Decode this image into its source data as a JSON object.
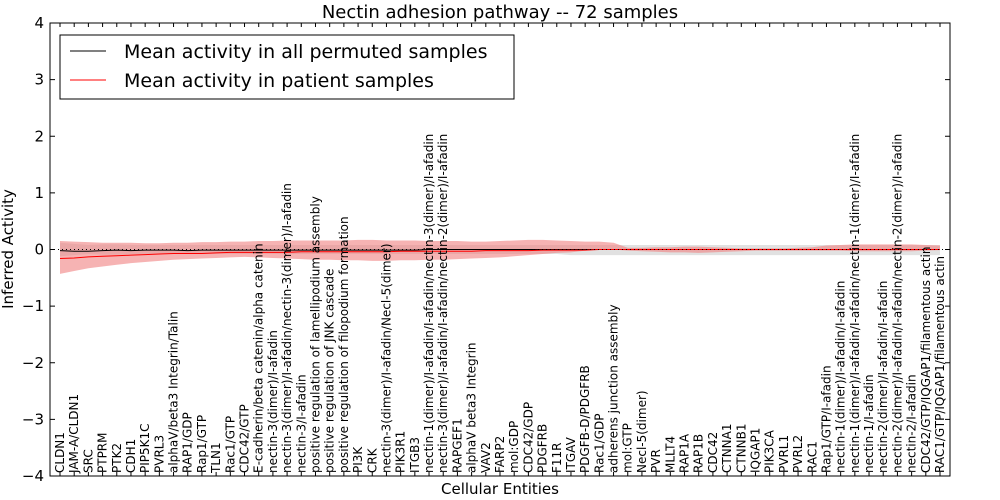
{
  "chart_data": {
    "type": "line",
    "title": "Nectin adhesion pathway -- 72 samples",
    "xlabel": "Cellular Entities",
    "ylabel": "Inferred Activity",
    "ylim": [
      -4,
      4
    ],
    "yticks": [
      -4,
      -3,
      -2,
      -1,
      0,
      1,
      2,
      3,
      4
    ],
    "ytick_labels": [
      "−4",
      "−3",
      "−2",
      "−1",
      "0",
      "1",
      "2",
      "3",
      "4"
    ],
    "legend_position": "top-left",
    "categories": [
      "CLDN1",
      "JAM-A/CLDN1",
      "SRC",
      "PTPRM",
      "PTK2",
      "CDH1",
      "PIP5K1C",
      "PVRL3",
      "alphaV/beta3 Integrin/Talin",
      "RAP1/GDP",
      "Rap1/GTP",
      "TLN1",
      "Rac1/GTP",
      "CDC42/GTP",
      "E-cadherin/beta catenin/alpha catenin",
      "nectin-3(dimer)/I-afadin",
      "nectin-3(dimer)/I-afadin/nectin-3(dimer)/I-afadin",
      "nectin-3/I-afadin",
      "positive regulation of lamellipodium assembly",
      "positive regulation of JNK cascade",
      "positive regulation of filopodium formation",
      "PI3K",
      "CRK",
      "nectin-3(dimer)/I-afadin/Necl-5(dimer)",
      "PIK3R1",
      "ITGB3",
      "nectin-1(dimer)/I-afadin/I-afadin/nectin-3(dimer)/I-afadin",
      "nectin-3(dimer)/I-afadin/I-afadin/nectin-2(dimer)/I-afadin",
      "RAPGEF1",
      "alphaV beta3 Integrin",
      "VAV2",
      "FARP2",
      "mol:GDP",
      "CDC42/GDP",
      "PDGFRB",
      "F11R",
      "ITGAV",
      "PDGFB-D/PDGFRB",
      "Rac1/GDP",
      "adherens junction assembly",
      "mol:GTP",
      "Necl-5(dimer)",
      "PVR",
      "MLLT4",
      "RAP1A",
      "RAP1B",
      "CDC42",
      "CTNNA1",
      "CTNNB1",
      "IQGAP1",
      "PIK3CA",
      "PVRL1",
      "PVRL2",
      "RAC1",
      "Rap1/GTP/I-afadin",
      "nectin-1(dimer)/I-afadin/I-afadin",
      "nectin-1(dimer)/I-afadin/I-afadin/nectin-1(dimer)/I-afadin",
      "nectin-1/I-afadin",
      "nectin-2(dimer)/I-afadin/I-afadin",
      "nectin-2(dimer)/I-afadin/I-afadin/nectin-2(dimer)/I-afadin",
      "nectin-2/I-afadin",
      "CDC42/GTP/IQGAP1/filamentous actin",
      "RAC1/GTP/IQGAP1/filamentous actin"
    ],
    "series": [
      {
        "name": "Mean activity in all permuted samples",
        "color": "#000000",
        "band_color": "#c8c8c8",
        "values": [
          -0.02,
          -0.03,
          -0.03,
          -0.02,
          -0.01,
          -0.02,
          -0.01,
          -0.01,
          -0.01,
          -0.02,
          -0.01,
          -0.01,
          -0.01,
          -0.01,
          -0.01,
          -0.01,
          -0.01,
          -0.01,
          -0.01,
          -0.01,
          -0.01,
          -0.01,
          -0.01,
          -0.01,
          -0.01,
          -0.01,
          0.0,
          0.0,
          0.0,
          0.0,
          0.0,
          0.0,
          0.0,
          0.0,
          0.0,
          0.0,
          0.0,
          0.0,
          0.0,
          0.0,
          0.0,
          0.0,
          0.0,
          0.0,
          0.0,
          0.0,
          0.0,
          0.0,
          0.0,
          0.0,
          0.0,
          0.0,
          0.0,
          0.0,
          0.0,
          0.0,
          0.0,
          0.0,
          0.0,
          0.0,
          0.0,
          0.0,
          0.0
        ],
        "lower": [
          -0.12,
          -0.1,
          -0.08,
          -0.09,
          -0.09,
          -0.08,
          -0.08,
          -0.08,
          -0.08,
          -0.08,
          -0.08,
          -0.08,
          -0.08,
          -0.08,
          -0.08,
          -0.08,
          -0.08,
          -0.08,
          -0.08,
          -0.08,
          -0.08,
          -0.08,
          -0.08,
          -0.08,
          -0.08,
          -0.08,
          -0.08,
          -0.08,
          -0.08,
          -0.08,
          -0.08,
          -0.08,
          -0.08,
          -0.08,
          -0.08,
          -0.08,
          -0.1,
          -0.1,
          -0.1,
          -0.1,
          -0.1,
          -0.1,
          -0.1,
          -0.1,
          -0.1,
          -0.1,
          -0.1,
          -0.1,
          -0.1,
          -0.1,
          -0.1,
          -0.1,
          -0.1,
          -0.1,
          -0.1,
          -0.1,
          -0.1,
          -0.1,
          -0.1,
          -0.1,
          -0.1,
          -0.1,
          -0.1
        ],
        "upper": [
          0.12,
          0.1,
          0.08,
          0.09,
          0.09,
          0.08,
          0.08,
          0.08,
          0.08,
          0.08,
          0.08,
          0.08,
          0.08,
          0.08,
          0.08,
          0.08,
          0.08,
          0.08,
          0.08,
          0.08,
          0.08,
          0.08,
          0.08,
          0.08,
          0.08,
          0.08,
          0.08,
          0.08,
          0.08,
          0.08,
          0.08,
          0.08,
          0.08,
          0.08,
          0.08,
          0.08,
          0.08,
          0.08,
          0.08,
          0.08,
          0.08,
          0.08,
          0.08,
          0.08,
          0.08,
          0.08,
          0.08,
          0.08,
          0.08,
          0.08,
          0.08,
          0.08,
          0.08,
          0.08,
          0.08,
          0.08,
          0.08,
          0.08,
          0.08,
          0.08,
          0.08,
          0.08,
          0.08
        ]
      },
      {
        "name": "Mean activity in patient samples",
        "color": "#ff0000",
        "band_color": "#f08080",
        "values": [
          -0.16,
          -0.15,
          -0.13,
          -0.12,
          -0.11,
          -0.1,
          -0.09,
          -0.08,
          -0.07,
          -0.07,
          -0.07,
          -0.06,
          -0.05,
          -0.05,
          -0.05,
          -0.05,
          -0.05,
          -0.04,
          -0.04,
          -0.04,
          -0.04,
          -0.04,
          -0.04,
          -0.04,
          -0.03,
          -0.03,
          -0.03,
          -0.03,
          -0.03,
          -0.03,
          -0.02,
          -0.02,
          -0.02,
          -0.02,
          -0.01,
          -0.01,
          -0.01,
          -0.01,
          0.0,
          0.0,
          0.0,
          0.0,
          0.0,
          0.0,
          0.0,
          0.0,
          0.0,
          0.0,
          0.0,
          0.0,
          0.0,
          0.0,
          0.0,
          0.0,
          0.0,
          0.0,
          0.0,
          0.0,
          0.0,
          0.0,
          0.0,
          0.0,
          0.0
        ],
        "lower": [
          -0.43,
          -0.38,
          -0.33,
          -0.3,
          -0.27,
          -0.24,
          -0.22,
          -0.2,
          -0.18,
          -0.17,
          -0.16,
          -0.15,
          -0.14,
          -0.13,
          -0.14,
          -0.15,
          -0.16,
          -0.17,
          -0.18,
          -0.18,
          -0.19,
          -0.19,
          -0.2,
          -0.2,
          -0.19,
          -0.19,
          -0.18,
          -0.18,
          -0.17,
          -0.16,
          -0.15,
          -0.14,
          -0.12,
          -0.1,
          -0.08,
          -0.06,
          -0.05,
          -0.02,
          0.0,
          0.0,
          -0.02,
          -0.03,
          -0.04,
          -0.05,
          -0.05,
          -0.06,
          -0.05,
          -0.04,
          -0.03,
          -0.02,
          -0.02,
          -0.02,
          -0.02,
          -0.02,
          -0.02,
          -0.02,
          -0.03,
          -0.03,
          -0.03,
          -0.03,
          -0.03,
          -0.02,
          -0.01
        ],
        "upper": [
          0.15,
          0.14,
          0.13,
          0.12,
          0.12,
          0.12,
          0.11,
          0.11,
          0.12,
          0.12,
          0.13,
          0.13,
          0.14,
          0.14,
          0.15,
          0.15,
          0.16,
          0.16,
          0.16,
          0.16,
          0.16,
          0.17,
          0.17,
          0.16,
          0.16,
          0.16,
          0.15,
          0.15,
          0.15,
          0.14,
          0.14,
          0.15,
          0.16,
          0.17,
          0.17,
          0.16,
          0.15,
          0.14,
          0.14,
          0.12,
          0.03,
          0.03,
          0.04,
          0.04,
          0.05,
          0.05,
          0.04,
          0.03,
          0.02,
          0.02,
          0.02,
          0.02,
          0.03,
          0.04,
          0.07,
          0.08,
          0.09,
          0.09,
          0.09,
          0.09,
          0.09,
          0.08,
          0.07
        ]
      }
    ]
  }
}
